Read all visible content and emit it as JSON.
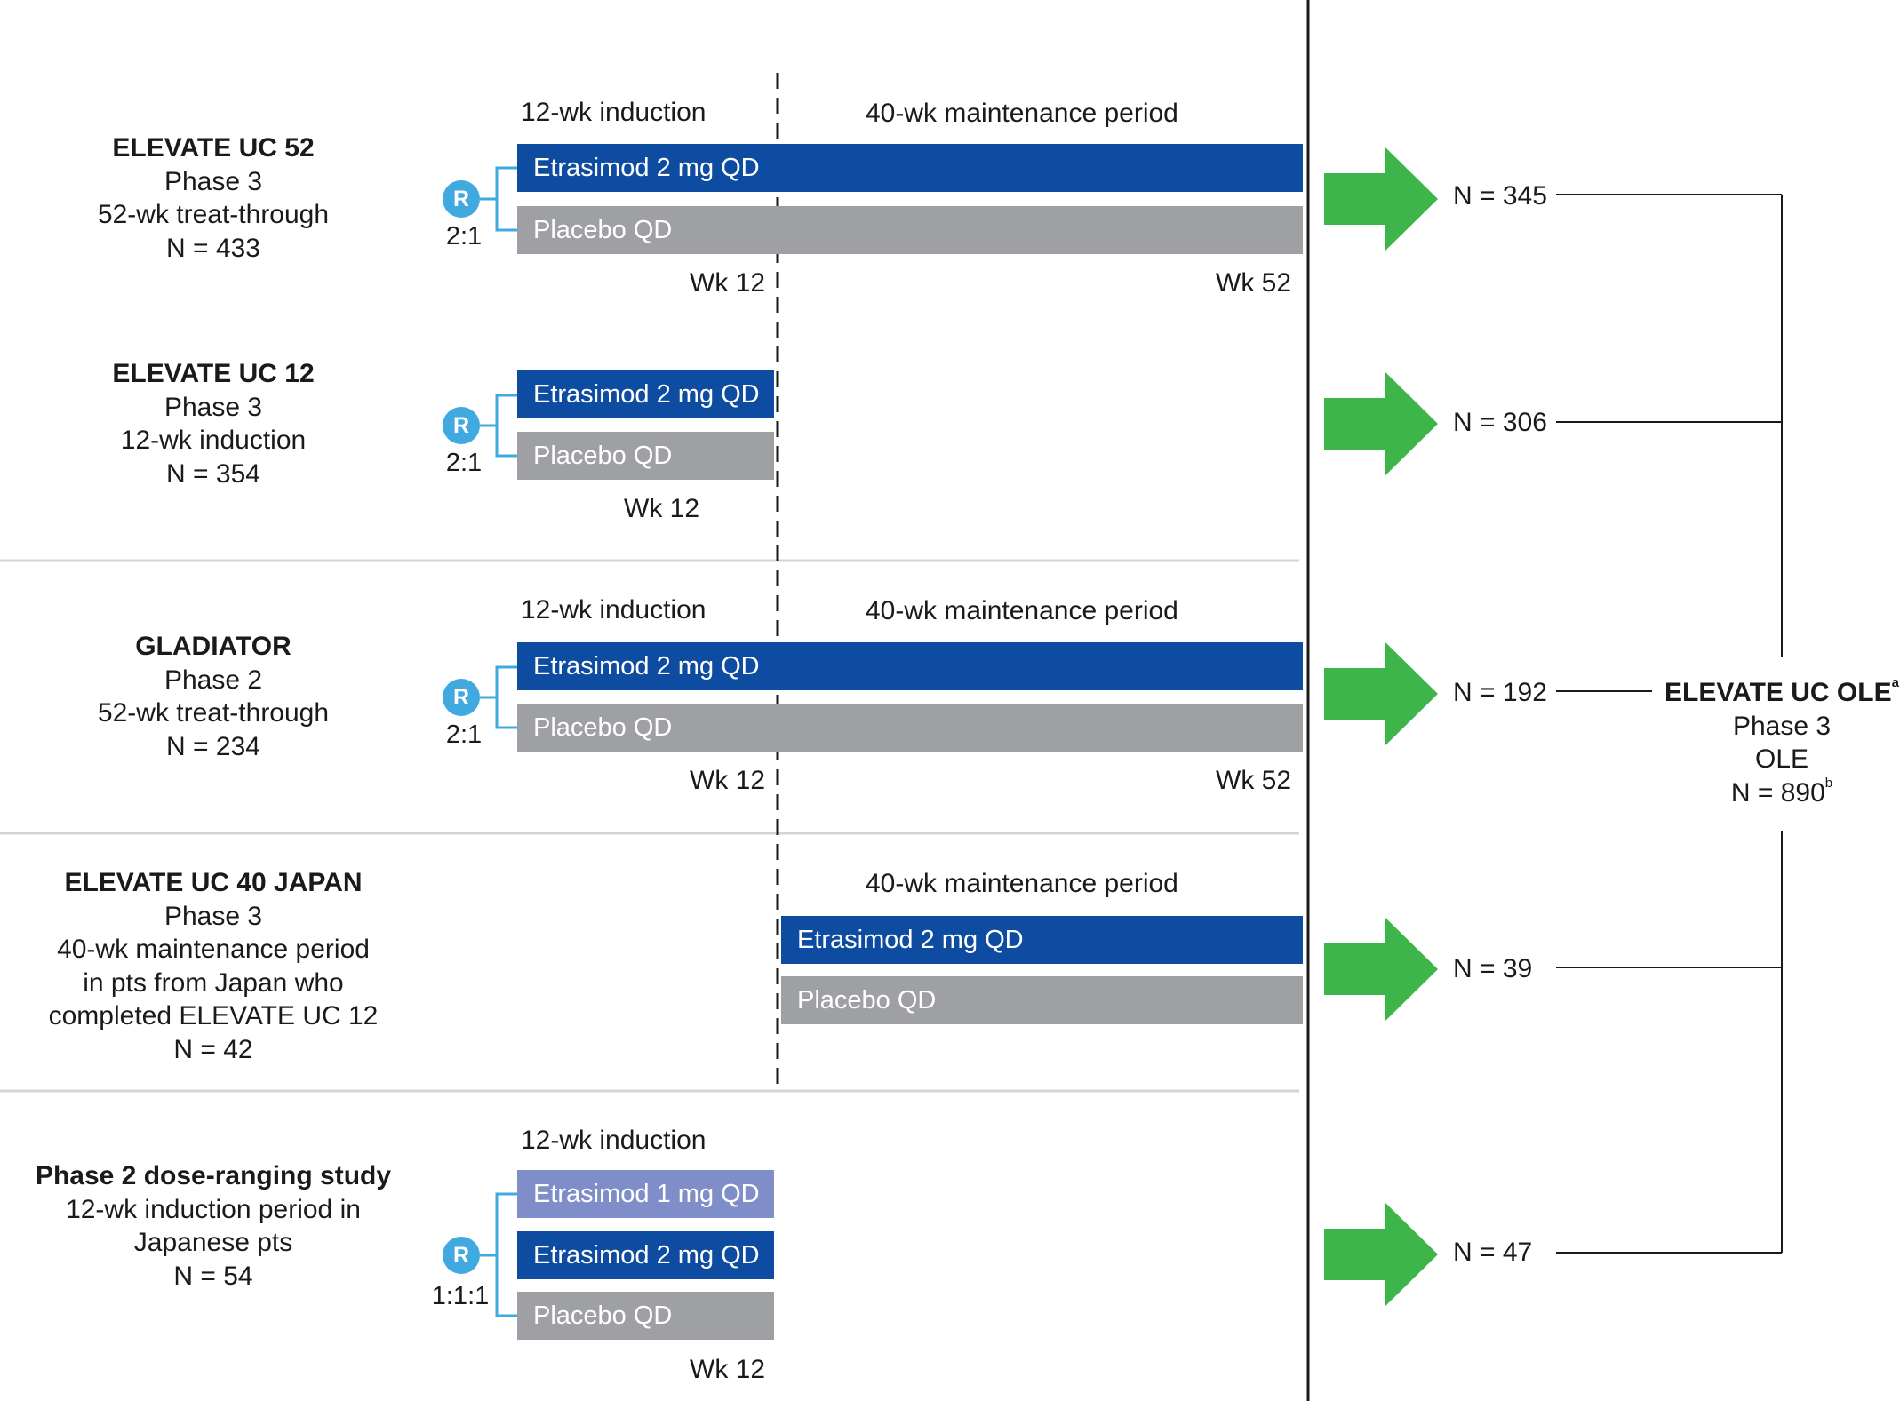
{
  "colors": {
    "etrasimod_2mg": "#0d4ca1",
    "etrasimod_1mg": "#7f8ec9",
    "placebo": "#9ea0a3",
    "randomization_badge": "#3fa9e0",
    "arrow": "#3db54a"
  },
  "icons": {
    "randomization": "R-circle-icon",
    "flow_arrow": "right-arrow-icon"
  },
  "studies": [
    {
      "title": "ELEVATE UC 52",
      "lines": [
        "Phase 3",
        "52-wk treat-through",
        "N = 433"
      ],
      "randomization": {
        "badge": "R",
        "ratio": "2:1"
      },
      "period_labels": [
        "12-wk induction",
        "40-wk maintenance period"
      ],
      "arms": [
        "Etrasimod 2 mg QD",
        "Placebo QD"
      ],
      "week_labels": [
        "Wk 12",
        "Wk 52"
      ],
      "n_ole": "N = 345"
    },
    {
      "title": "ELEVATE UC 12",
      "lines": [
        "Phase 3",
        "12-wk induction",
        "N = 354"
      ],
      "randomization": {
        "badge": "R",
        "ratio": "2:1"
      },
      "period_labels": [],
      "arms": [
        "Etrasimod 2 mg QD",
        "Placebo QD"
      ],
      "week_labels": [
        "Wk 12"
      ],
      "n_ole": "N = 306"
    },
    {
      "title": "GLADIATOR",
      "lines": [
        "Phase 2",
        "52-wk treat-through",
        "N = 234"
      ],
      "randomization": {
        "badge": "R",
        "ratio": "2:1"
      },
      "period_labels": [
        "12-wk induction",
        "40-wk maintenance period"
      ],
      "arms": [
        "Etrasimod 2 mg QD",
        "Placebo QD"
      ],
      "week_labels": [
        "Wk 12",
        "Wk 52"
      ],
      "n_ole": "N = 192"
    },
    {
      "title": "ELEVATE UC 40 JAPAN",
      "lines": [
        "Phase 3",
        "40-wk maintenance period",
        "in pts from Japan who",
        "completed ELEVATE UC 12",
        "N = 42"
      ],
      "period_labels": [
        "40-wk maintenance period"
      ],
      "arms": [
        "Etrasimod 2 mg QD",
        "Placebo QD"
      ],
      "n_ole": "N = 39"
    },
    {
      "title": "Phase 2 dose-ranging study",
      "lines": [
        "12-wk induction period in",
        "Japanese pts",
        "N = 54"
      ],
      "randomization": {
        "badge": "R",
        "ratio": "1:1:1"
      },
      "period_labels": [
        "12-wk induction"
      ],
      "arms": [
        "Etrasimod 1 mg QD",
        "Etrasimod 2 mg QD",
        "Placebo QD"
      ],
      "week_labels": [
        "Wk 12"
      ],
      "n_ole": "N = 47"
    }
  ],
  "ole": {
    "title": "ELEVATE UC OLE",
    "title_sup": "a",
    "lines": [
      "Phase 3",
      "OLE"
    ],
    "n_text": "N = 890",
    "n_sup": "b"
  }
}
